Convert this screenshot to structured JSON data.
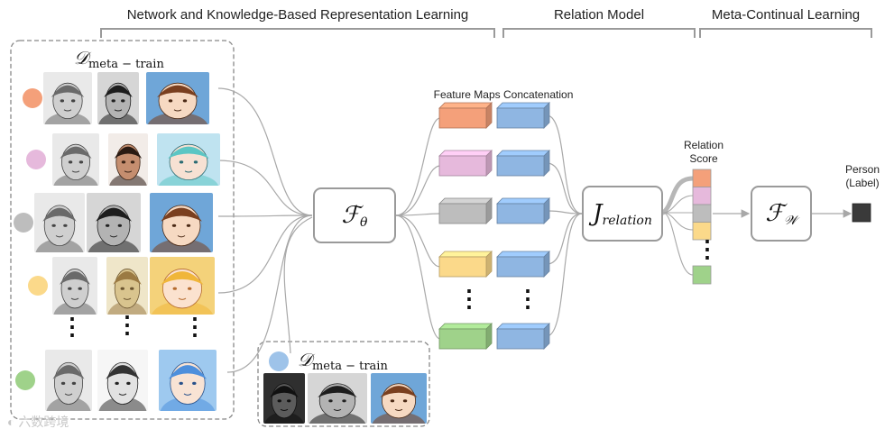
{
  "headers": {
    "representation": "Network and Knowledge-Based Representation Learning",
    "relation": "Relation Model",
    "continual": "Meta-Continual Learning"
  },
  "dataset": {
    "symbol": "𝒟",
    "main_subscript": "meta − train",
    "query_subscript": "meta − train"
  },
  "functions": {
    "encoder": {
      "symbol": "ℱ",
      "subscript": "θ"
    },
    "relation": {
      "symbol": "J",
      "subscript": "relation"
    },
    "continual": {
      "symbol": "ℱ",
      "subscript": "𝒲"
    }
  },
  "labels": {
    "feature_maps": "Feature Maps Concatenation",
    "relation_score_line1": "Relation",
    "relation_score_line2": "Score",
    "person_line1": "Person",
    "person_line2": "(Label)"
  },
  "vertical_ellipsis": "⋮",
  "watermark": "◐ 六数跨境",
  "colors": {
    "class1": "#f4a07a",
    "class2": "#e6b9dc",
    "class3": "#bdbdbd",
    "class4": "#fbd98a",
    "class5": "#9fd28a",
    "query": "#9ec3e9",
    "feature_blue": "#8fb6e2",
    "box_border": "#9a9a9a",
    "connector": "#a8a8a8",
    "output": "#3a3a3a"
  },
  "image_rows": [
    {
      "dot_color": "#f4a07a",
      "images": [
        "sketch",
        "photo-bw",
        "anime-brown"
      ]
    },
    {
      "dot_color": "#e6b9dc",
      "images": [
        "sketch",
        "caricature",
        "anime-teal"
      ]
    },
    {
      "dot_color": "#bdbdbd",
      "images": [
        "sketch",
        "photo-bw",
        "anime-brown"
      ]
    },
    {
      "dot_color": "#fbd98a",
      "images": [
        "sketch",
        "cartoon-sepia",
        "anime-blonde"
      ]
    },
    {
      "dot_color": "#9fd28a",
      "images": [
        "sketch",
        "caricature-bw",
        "anime-blue"
      ]
    }
  ],
  "query_images": [
    "photo-dark",
    "photo-bw",
    "anime-brown"
  ],
  "feature_rows": [
    "#f4a07a",
    "#e6b9dc",
    "#bdbdbd",
    "#fbd98a",
    "#9fd28a"
  ],
  "score_cells": [
    "#f4a07a",
    "#e6b9dc",
    "#bdbdbd",
    "#fbd98a",
    "#9fd28a"
  ]
}
